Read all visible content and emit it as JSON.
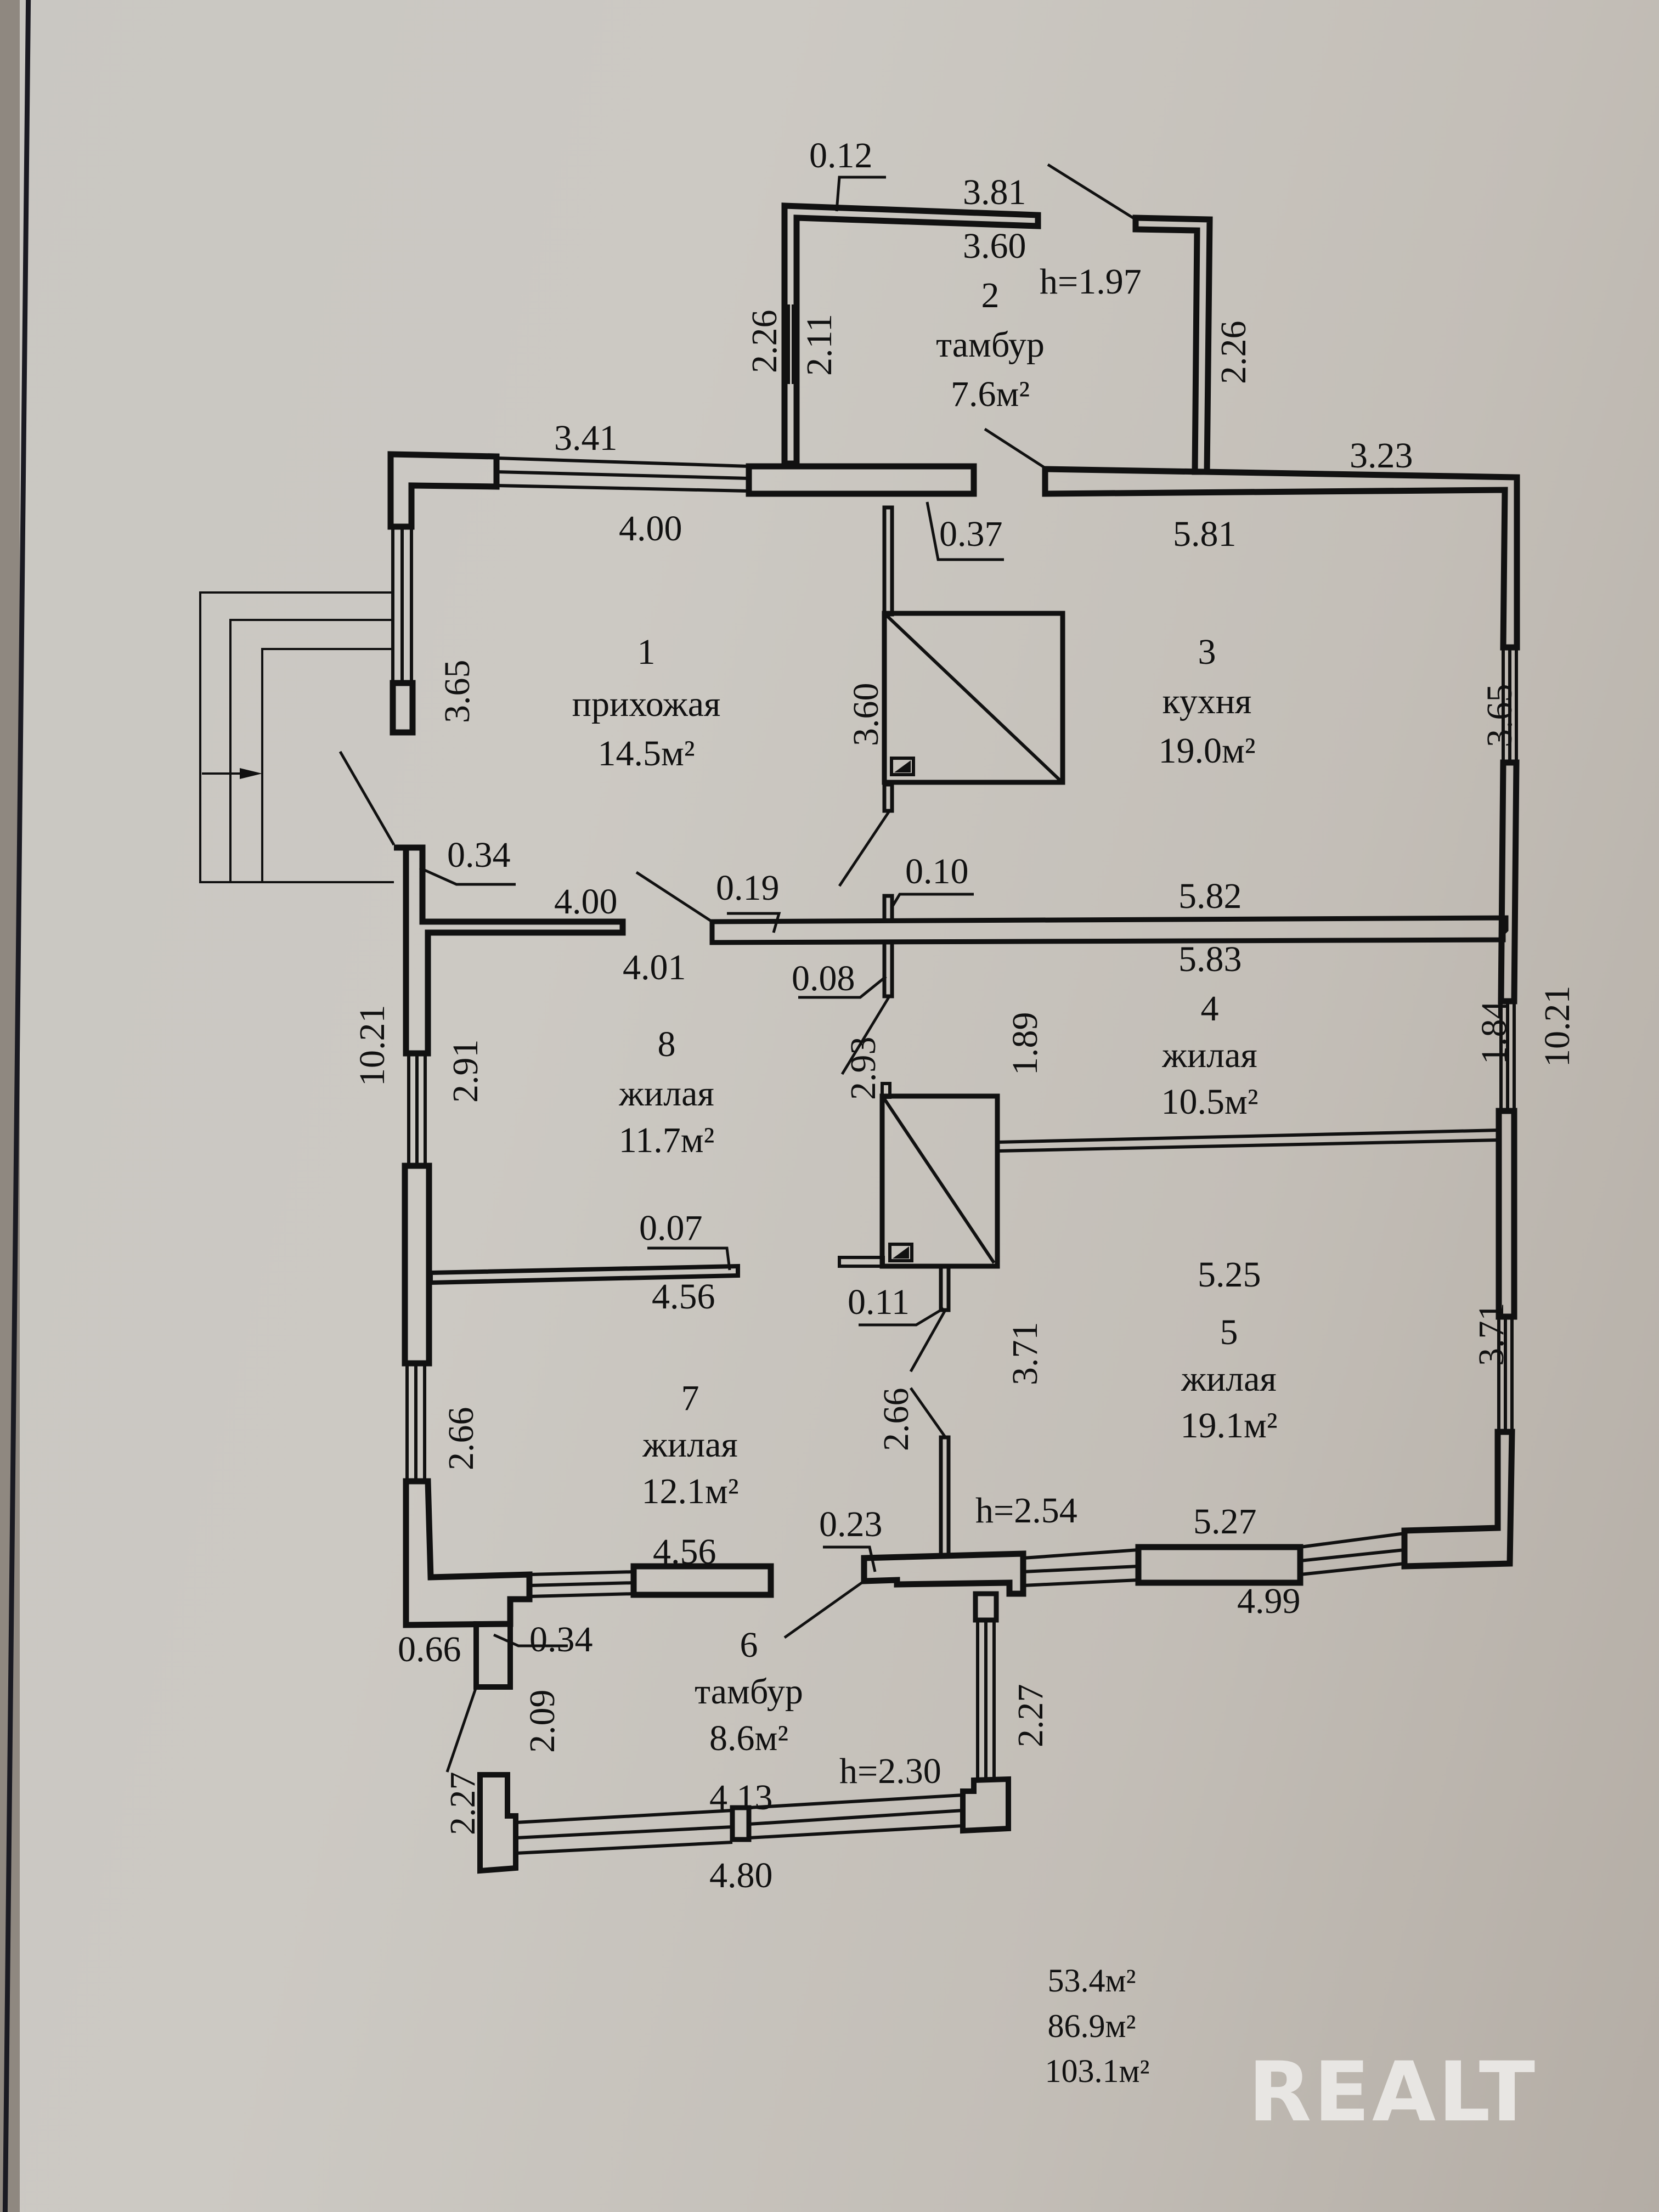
{
  "document": {
    "type": "floor plan",
    "rooms": [
      {
        "number": "1",
        "name": "прихожая",
        "area": "14.5м²"
      },
      {
        "number": "2",
        "name": "тамбур",
        "area": "7.6м²"
      },
      {
        "number": "3",
        "name": "кухня",
        "area": "19.0м²"
      },
      {
        "number": "4",
        "name": "жилая",
        "area": "10.5м²"
      },
      {
        "number": "5",
        "name": "жилая",
        "area": "19.1м²"
      },
      {
        "number": "6",
        "name": "тамбур",
        "area": "8.6м²"
      },
      {
        "number": "7",
        "name": "жилая",
        "area": "12.1м²"
      },
      {
        "number": "8",
        "name": "жилая",
        "area": "11.7м²"
      }
    ],
    "heights": {
      "room2": "h=1.97",
      "room5": "h=2.54",
      "room6": "h=2.30"
    },
    "dimensions": {
      "r2_wall_thickness": "0.12",
      "r2_top_outer": "3.81",
      "r2_top_inner": "3.60",
      "r2_left_outer": "2.26",
      "r2_left_inner": "2.11",
      "r2_right": "2.26",
      "r1_top_outer": "3.41",
      "r1_top_inner": "4.00",
      "r1_wall_thickness": "0.37",
      "r1_left": "3.65",
      "r1_right": "3.60",
      "r3_top_outer": "3.23",
      "r3_top_inner": "5.81",
      "r3_right": "3.65",
      "r3_bottom": "5.82",
      "ext_wall_0_34_top": "0.34",
      "r1_bottom": "4.00",
      "partition_0_19": "0.19",
      "partition_0_10": "0.10",
      "r8_top": "4.01",
      "partition_0_08": "0.08",
      "r4_top": "5.83",
      "r4_left": "1.89",
      "r4_right": "1.84",
      "house_right": "10.21",
      "house_left": "10.21",
      "r8_left": "2.91",
      "r8_right": "2.93",
      "partition_0_07": "0.07",
      "r8_bottom": "4.56",
      "partition_0_11": "0.11",
      "r5_top": "5.25",
      "r5_left": "3.71",
      "r5_right": "3.71",
      "r7_left": "2.66",
      "r7_right": "2.66",
      "r7_bottom": "4.56",
      "partition_0_23": "0.23",
      "r5_bottom_inner": "5.27",
      "r5_bottom_outer": "4.99",
      "r6_wall_0_66": "0.66",
      "r6_wall_0_34": "0.34",
      "r6_left_inner": "2.09",
      "r6_left_outer": "2.27",
      "r6_right": "2.27",
      "r6_bottom_inner": "4.13",
      "r6_bottom_outer": "4.80"
    },
    "totals": [
      "53.4м²",
      "86.9м²",
      "103.1м²"
    ],
    "watermark": "REALT"
  }
}
